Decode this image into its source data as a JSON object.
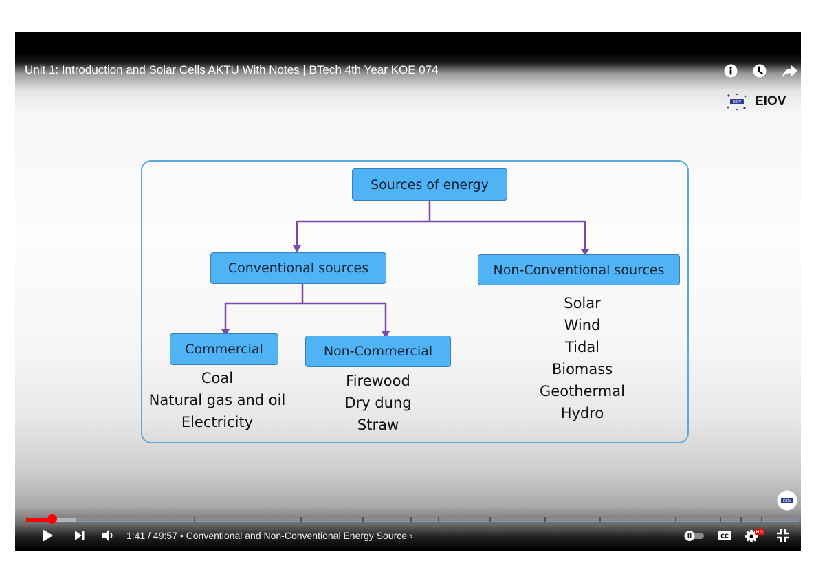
{
  "video": {
    "title": "Unit 1: Introduction and Solar Cells AKTU With Notes | BTech 4th Year KOE 074",
    "channel_name": "EIOV",
    "logo_text": "EIOV"
  },
  "diagram": {
    "root": "Sources of energy",
    "conventional": "Conventional sources",
    "non_conventional": "Non-Conventional sources",
    "commercial": "Commercial",
    "non_commercial": "Non-Commercial",
    "commercial_items": [
      "Coal",
      "Natural gas and oil",
      "Electricity"
    ],
    "non_commercial_items": [
      "Firewood",
      "Dry dung",
      "Straw"
    ],
    "non_conventional_items": [
      "Solar",
      "Wind",
      "Tidal",
      "Biomass",
      "Geothermal",
      "Hydro"
    ],
    "colors": {
      "box_fill": "#4fb3f5",
      "box_border": "#3a7fb8",
      "connector": "#7b4aa8",
      "frame": "#5aa9dd"
    }
  },
  "controls": {
    "current_time": "1:41",
    "duration": "49:57",
    "time_display": "1:41 / 49:57",
    "chapter": "Conventional and Non-Conventional Energy Source",
    "time_line": "1:41 / 49:57 • Conventional and Non-Conventional Energy Source ›",
    "progress_fraction": 0.034,
    "buffered_fraction": 0.065,
    "hd_badge": "HD",
    "cc_label": "CC",
    "accent_color": "#ff0000"
  },
  "icons": {
    "top": [
      "info-icon",
      "watch-later-icon",
      "share-icon"
    ],
    "bottom_left": [
      "play-icon",
      "next-icon",
      "volume-icon"
    ],
    "bottom_right": [
      "autoplay-toggle-icon",
      "captions-icon",
      "settings-icon",
      "exit-fullscreen-icon"
    ]
  }
}
